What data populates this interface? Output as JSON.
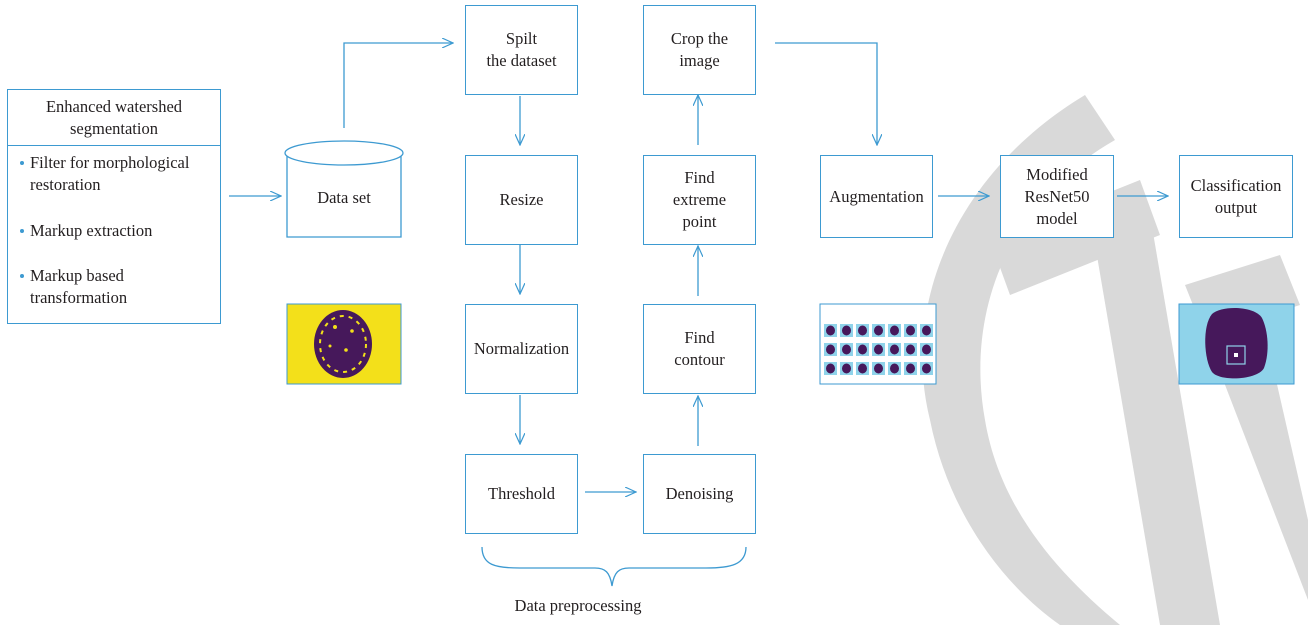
{
  "segmentation": {
    "title_line1": "Enhanced watershed",
    "title_line2": "segmentation",
    "items": [
      {
        "line1": "Filter for morphological",
        "line2": "restoration"
      },
      {
        "line1": "Markup extraction",
        "line2": ""
      },
      {
        "line1": "Markup based",
        "line2": "transformation"
      }
    ]
  },
  "nodes": {
    "dataset": "Data set",
    "split": {
      "line1": "Spilt",
      "line2": "the dataset"
    },
    "resize": "Resize",
    "normalization": "Normalization",
    "threshold": "Threshold",
    "denoising": "Denoising",
    "find_contour": {
      "line1": "Find",
      "line2": "contour"
    },
    "find_extreme": {
      "line1": "Find",
      "line2": "extreme",
      "line3": "point"
    },
    "crop": {
      "line1": "Crop the",
      "line2": "image"
    },
    "augmentation": "Augmentation",
    "model": {
      "line1": "Modified",
      "line2": "ResNet50",
      "line3": "model"
    },
    "output": {
      "line1": "Classification",
      "line2": "output"
    }
  },
  "brace_label": "Data preprocessing",
  "colors": {
    "accent": "#3d9ad1",
    "thumb_yellow": "#f3e01a",
    "thumb_purple": "#46185b",
    "thumb_cyan": "#8fd3ea",
    "watermark": "#d9d9d9"
  }
}
